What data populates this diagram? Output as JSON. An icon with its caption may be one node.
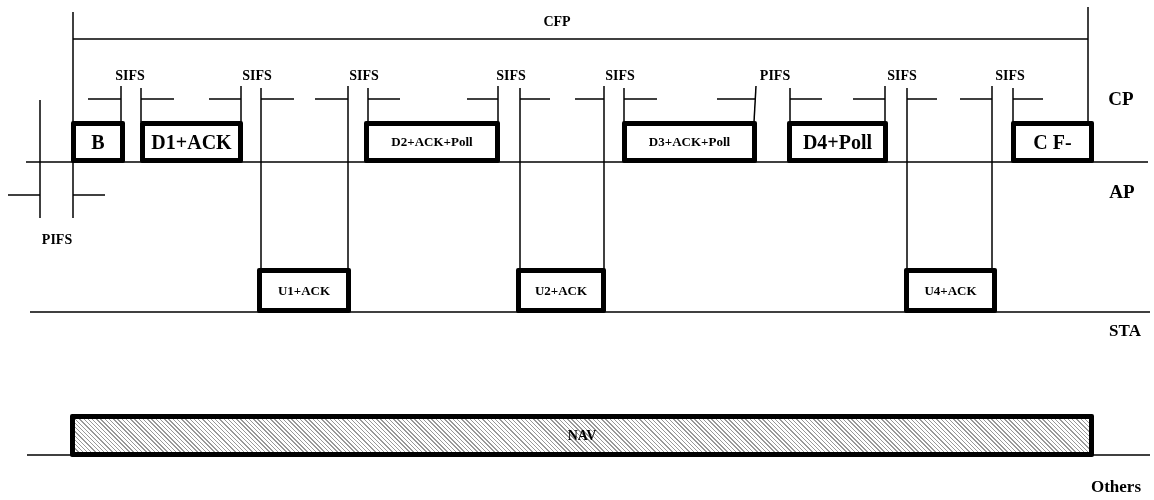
{
  "diagram": {
    "nodes": [
      {
        "text": [
          "B"
        ]
      },
      {
        "text": [
          "D1+ACK"
        ]
      },
      {
        "text": [
          "D2+ACK+Poll"
        ]
      },
      {
        "text": [
          "D3+ACK+Poll"
        ]
      },
      {
        "text": [
          "D4+Poll"
        ]
      },
      {
        "text": [
          "C F-"
        ]
      },
      {
        "text": [
          "U1+ACK"
        ]
      },
      {
        "text": [
          "U2+ACK"
        ]
      },
      {
        "text": [
          "U4+ACK"
        ]
      },
      {
        "text": [
          "NAV"
        ]
      }
    ],
    "labels": [
      "CFP",
      "SIFS",
      "SIFS",
      "SIFS",
      "SIFS",
      "SIFS",
      "PIFS",
      "SIFS",
      "SIFS",
      "CP",
      "AP",
      "PIFS",
      "STA",
      "Others"
    ]
  }
}
